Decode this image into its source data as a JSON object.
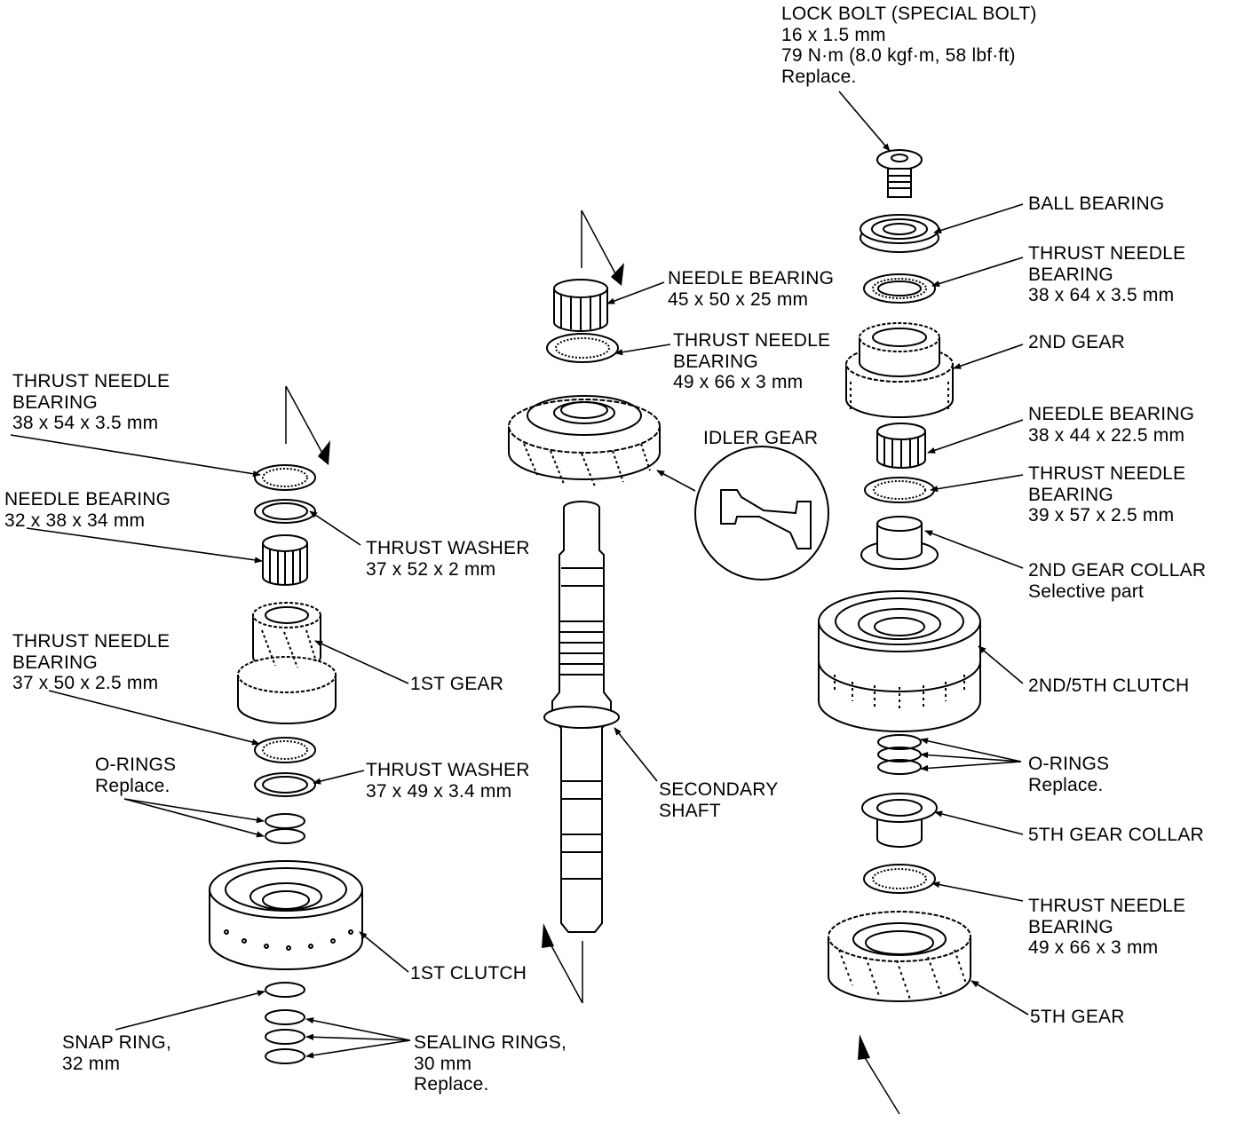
{
  "labels": {
    "lock_bolt": [
      "LOCK BOLT (SPECIAL BOLT)",
      "16 x 1.5 mm",
      "79 N·m (8.0 kgf·m, 58 lbf·ft)",
      "Replace."
    ],
    "ball_bearing": [
      "BALL BEARING"
    ],
    "tnb_38x64": [
      "THRUST NEEDLE",
      "BEARING",
      "38 x 64 x 3.5 mm"
    ],
    "gear_2nd": [
      "2ND GEAR"
    ],
    "nb_38x44": [
      "NEEDLE BEARING",
      "38 x 44 x 22.5 mm"
    ],
    "tnb_39x57": [
      "THRUST NEEDLE",
      "BEARING",
      "39 x 57 x 2.5 mm"
    ],
    "collar_2nd": [
      "2ND GEAR COLLAR",
      "Selective part"
    ],
    "clutch_2nd5th": [
      "2ND/5TH CLUTCH"
    ],
    "orings_right": [
      "O-RINGS",
      "Replace."
    ],
    "collar_5th": [
      "5TH GEAR COLLAR"
    ],
    "tnb_49x66_right": [
      "THRUST NEEDLE",
      "BEARING",
      "49 x 66 x 3 mm"
    ],
    "gear_5th": [
      "5TH GEAR"
    ],
    "nb_45x50": [
      "NEEDLE BEARING",
      "45 x 50 x 25 mm"
    ],
    "tnb_49x66_mid": [
      "THRUST NEEDLE",
      "BEARING",
      "49 x 66 x 3 mm"
    ],
    "idler_gear": [
      "IDLER GEAR"
    ],
    "secondary_shaft": [
      "SECONDARY",
      "SHAFT"
    ],
    "tnb_38x54": [
      "THRUST NEEDLE",
      "BEARING",
      "38 x 54 x 3.5 mm"
    ],
    "nb_32x38": [
      "NEEDLE BEARING",
      "32 x 38 x 34 mm"
    ],
    "thrust_washer_37x52": [
      "THRUST WASHER",
      "37 x 52 x 2 mm"
    ],
    "tnb_37x50": [
      "THRUST NEEDLE",
      "BEARING",
      "37 x 50 x 2.5 mm"
    ],
    "gear_1st": [
      "1ST GEAR"
    ],
    "orings_left": [
      "O-RINGS",
      "Replace."
    ],
    "thrust_washer_37x49": [
      "THRUST WASHER",
      "37 x 49 x 3.4 mm"
    ],
    "clutch_1st": [
      "1ST CLUTCH"
    ],
    "snap_ring": [
      "SNAP RING,",
      "32 mm"
    ],
    "sealing_rings": [
      "SEALING RINGS,",
      "30 mm",
      "Replace."
    ]
  }
}
